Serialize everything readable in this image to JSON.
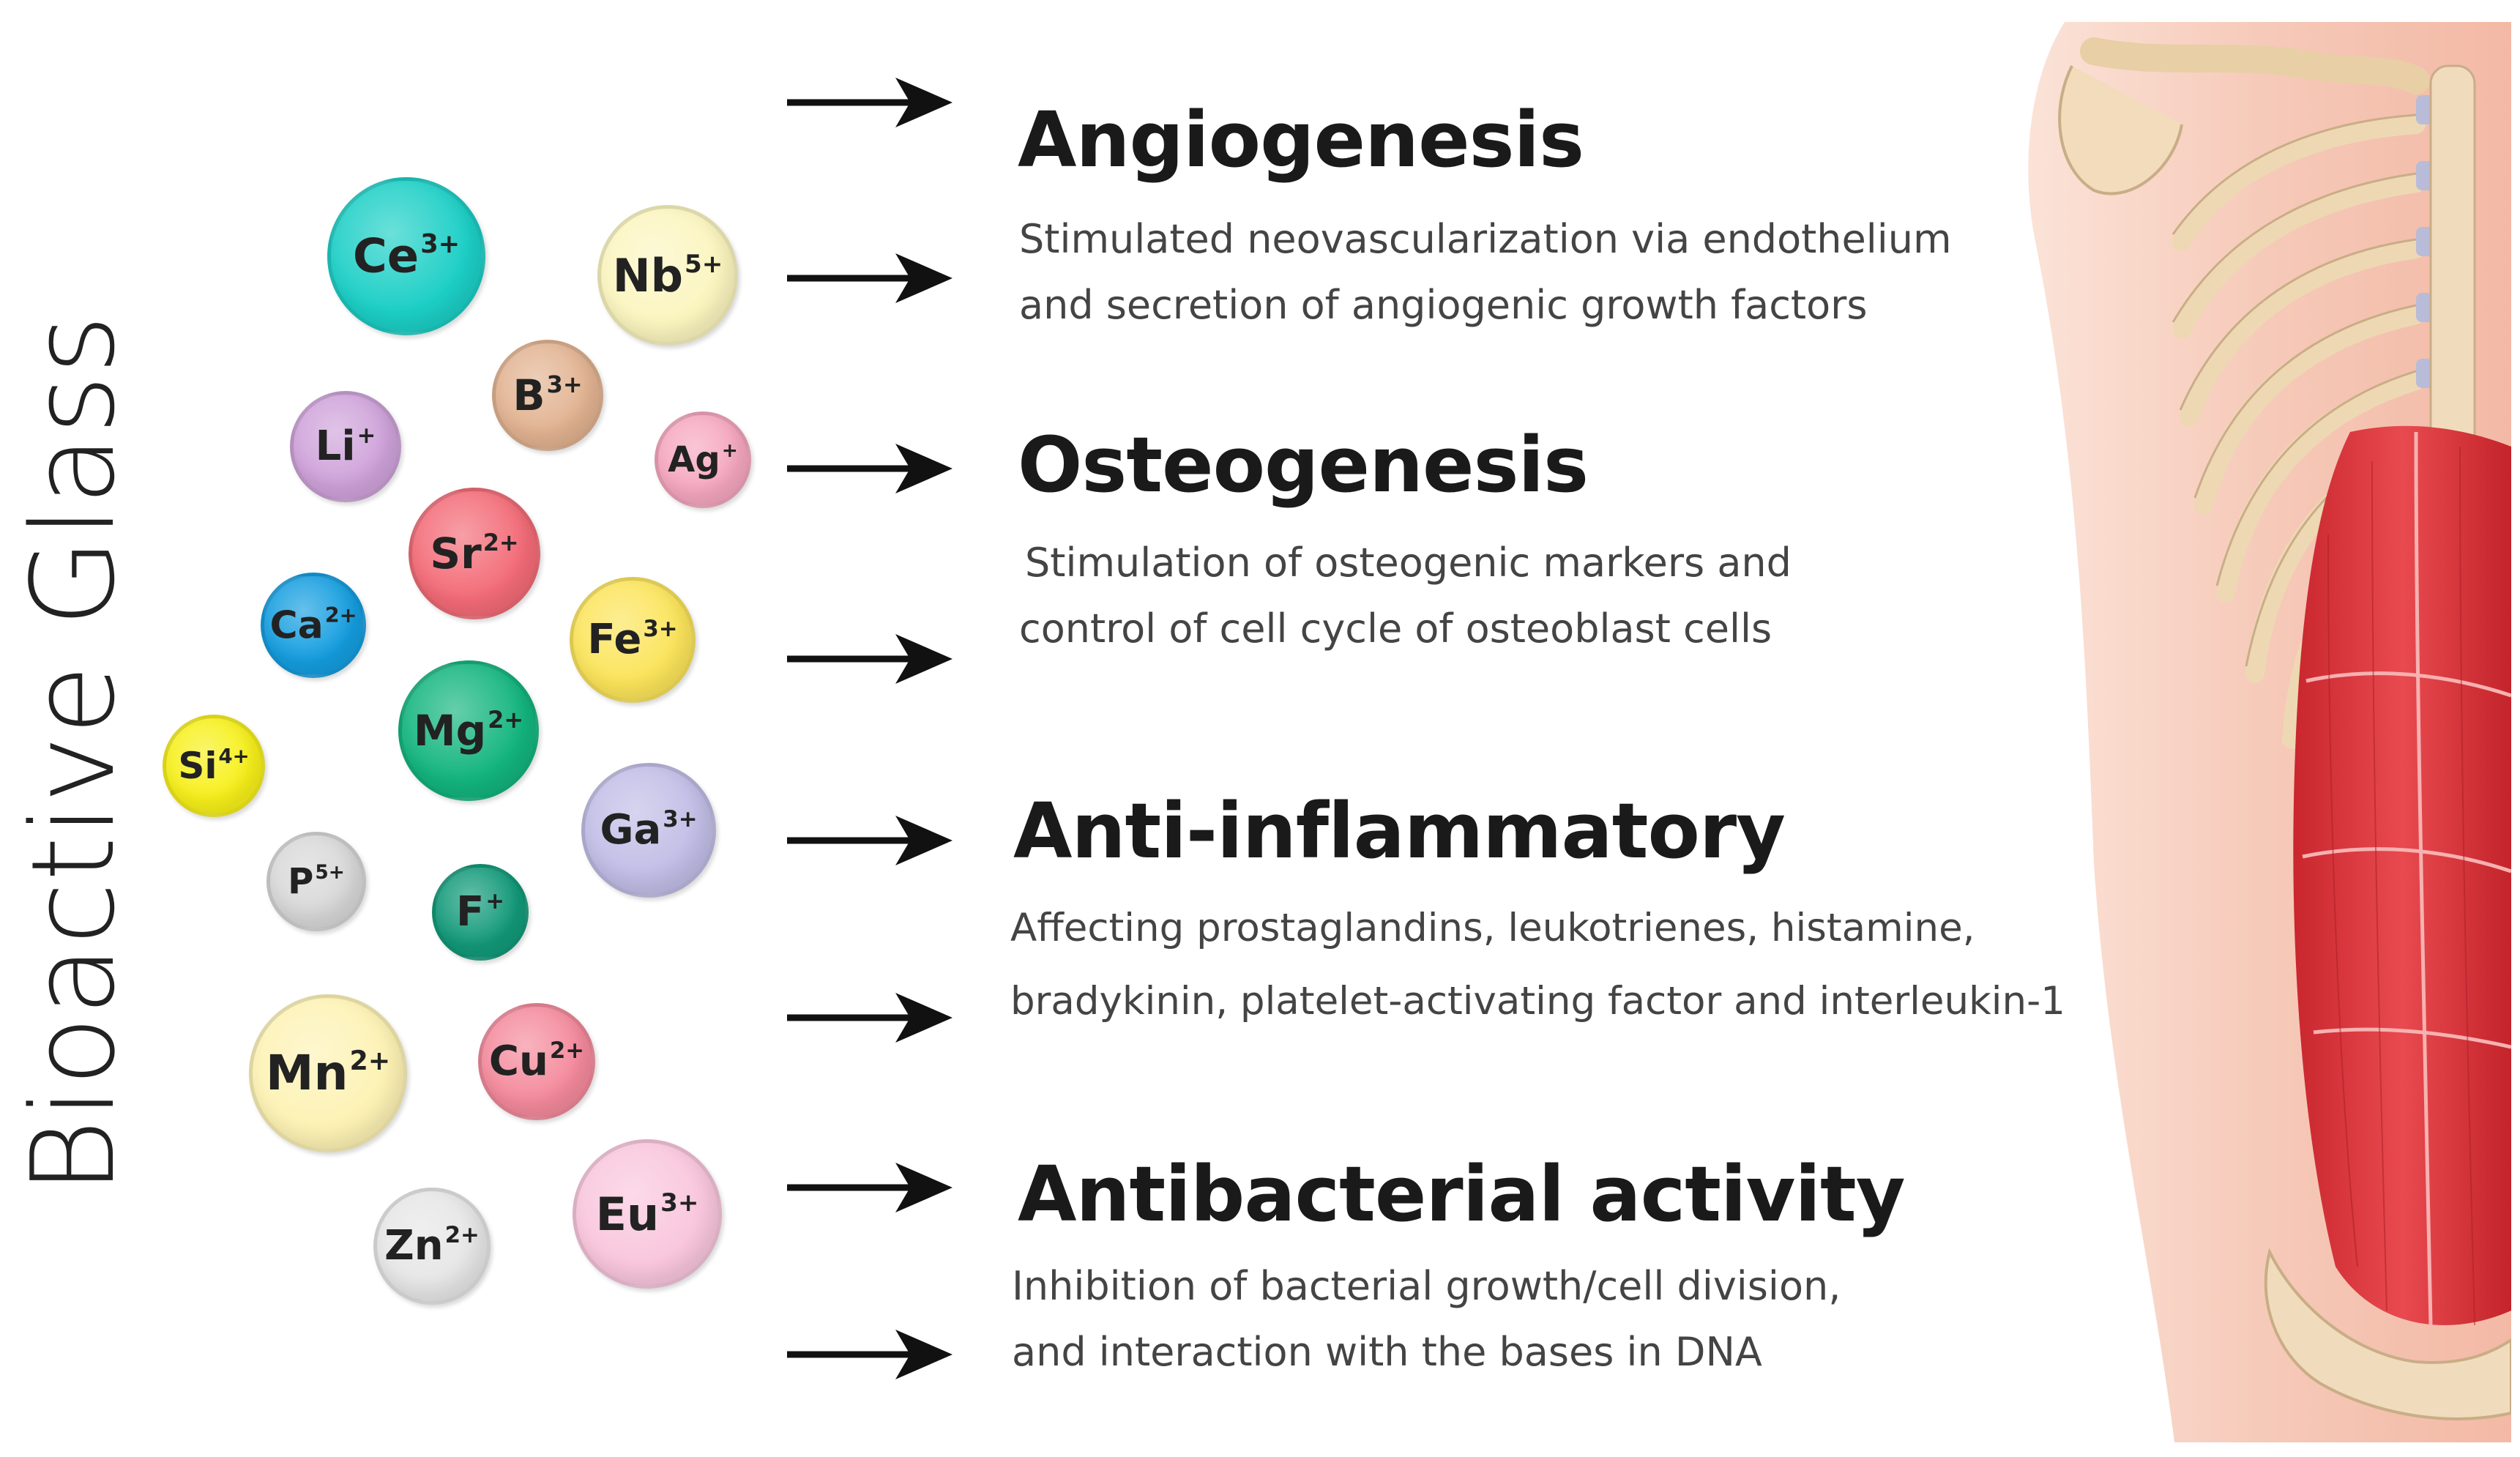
{
  "vertical_title": "Bioactive Glass",
  "ions": [
    {
      "symbol": "Ce",
      "charge": "3+",
      "color": "#1ccfc6"
    },
    {
      "symbol": "Nb",
      "charge": "5+",
      "color": "#fbf5bf"
    },
    {
      "symbol": "B",
      "charge": "3+",
      "color": "#e2b391"
    },
    {
      "symbol": "Li",
      "charge": "+",
      "color": "#cfa3da"
    },
    {
      "symbol": "Ag",
      "charge": "+",
      "color": "#f6a7c0"
    },
    {
      "symbol": "Sr",
      "charge": "2+",
      "color": "#f36b77"
    },
    {
      "symbol": "Ca",
      "charge": "2+",
      "color": "#159ee0"
    },
    {
      "symbol": "Fe",
      "charge": "3+",
      "color": "#fbe45a"
    },
    {
      "symbol": "Mg",
      "charge": "2+",
      "color": "#13b57e"
    },
    {
      "symbol": "Si",
      "charge": "4+",
      "color": "#f7f01a"
    },
    {
      "symbol": "Ga",
      "charge": "3+",
      "color": "#c1bde6"
    },
    {
      "symbol": "P",
      "charge": "5+",
      "color": "#d8d8d8"
    },
    {
      "symbol": "F",
      "charge": "+",
      "color": "#139a7a"
    },
    {
      "symbol": "Mn",
      "charge": "2+",
      "color": "#fdf2b4"
    },
    {
      "symbol": "Cu",
      "charge": "2+",
      "color": "#f48a9c"
    },
    {
      "symbol": "Eu",
      "charge": "3+",
      "color": "#f9c6dd"
    },
    {
      "symbol": "Zn",
      "charge": "2+",
      "color": "#e6e6e6"
    }
  ],
  "effects": [
    {
      "title": "Angiogenesis",
      "lines": [
        "Stimulated neovascularization via endothelium",
        "and secretion of angiogenic growth factors"
      ]
    },
    {
      "title": "Osteogenesis",
      "lines": [
        "Stimulation of osteogenic markers and",
        "control of cell cycle of osteoblast cells"
      ]
    },
    {
      "title": "Anti-inflammatory",
      "lines": [
        "Affecting prostaglandins, leukotrienes, histamine,",
        "bradykinin, platelet-activating factor and interleukin-1"
      ]
    },
    {
      "title": "Antibacterial activity",
      "lines": [
        "Inhibition of bacterial growth/cell division,",
        "and interaction with the bases in DNA"
      ]
    }
  ],
  "colors": {
    "muscle": "#e0393f",
    "skin": "#f8cfc0",
    "bone": "#efd9b8",
    "cartilage": "#b8bcd8"
  }
}
